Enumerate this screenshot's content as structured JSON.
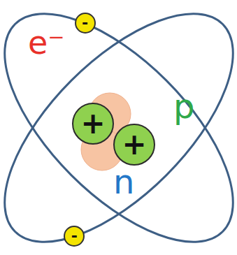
{
  "diagram": {
    "nodes": [
      {
        "text": [
          "-"
        ]
      },
      {
        "text": [
          "+"
        ]
      },
      {
        "text": [
          "+"
        ]
      },
      {
        "text": [
          "-"
        ]
      }
    ],
    "labels": [
      "e⁻",
      "p",
      "n"
    ]
  }
}
